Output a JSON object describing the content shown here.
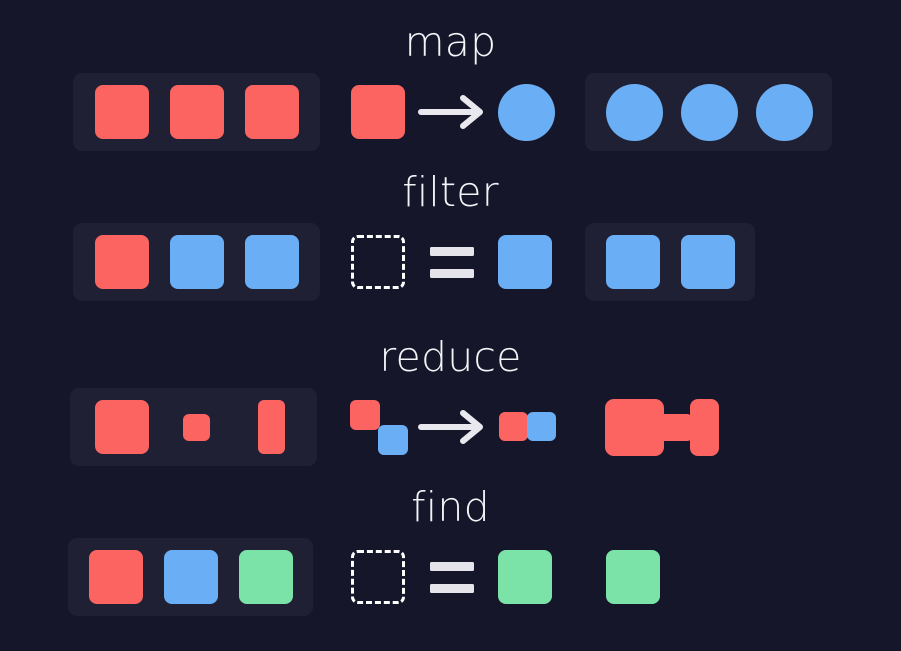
{
  "diagram": {
    "title_font_style": "light-sans",
    "background_color": "#16162a",
    "panel_color": "#202034",
    "palette": {
      "red": "#fc6461",
      "blue": "#6aaff5",
      "green": "#7be3a8",
      "outline": "#ffffff",
      "glyph": "#e4e4ea"
    },
    "rows": [
      {
        "id": "map",
        "label": "map",
        "input": {
          "has_panel": true,
          "items": [
            {
              "shape": "square",
              "color": "red"
            },
            {
              "shape": "square",
              "color": "red"
            },
            {
              "shape": "square",
              "color": "red"
            }
          ]
        },
        "operation": {
          "kind": "transform",
          "glyph": "arrow",
          "from": {
            "shape": "square",
            "color": "red"
          },
          "to": {
            "shape": "circle",
            "color": "blue"
          }
        },
        "output": {
          "has_panel": true,
          "items": [
            {
              "shape": "circle",
              "color": "blue"
            },
            {
              "shape": "circle",
              "color": "blue"
            },
            {
              "shape": "circle",
              "color": "blue"
            }
          ]
        }
      },
      {
        "id": "filter",
        "label": "filter",
        "input": {
          "has_panel": true,
          "items": [
            {
              "shape": "square",
              "color": "red"
            },
            {
              "shape": "square",
              "color": "blue"
            },
            {
              "shape": "square",
              "color": "blue"
            }
          ]
        },
        "operation": {
          "kind": "predicate",
          "glyph": "equals",
          "from": {
            "shape": "square",
            "color": "outline-dashed"
          },
          "to": {
            "shape": "square",
            "color": "blue"
          }
        },
        "output": {
          "has_panel": true,
          "items": [
            {
              "shape": "square",
              "color": "blue"
            },
            {
              "shape": "square",
              "color": "blue"
            }
          ]
        }
      },
      {
        "id": "reduce",
        "label": "reduce",
        "input": {
          "has_panel": true,
          "items": [
            {
              "shape": "square-large",
              "color": "red"
            },
            {
              "shape": "square-small",
              "color": "red"
            },
            {
              "shape": "rect-tall",
              "color": "red"
            }
          ]
        },
        "operation": {
          "kind": "accumulate",
          "glyph": "arrow",
          "from": [
            {
              "shape": "square-small",
              "color": "red"
            },
            {
              "shape": "square-small",
              "color": "blue"
            }
          ],
          "to": [
            {
              "shape": "square-small",
              "color": "red"
            },
            {
              "shape": "square-small",
              "color": "blue"
            }
          ]
        },
        "output": {
          "has_panel": false,
          "items": [
            {
              "shape": "merged-accumulation",
              "color": "red"
            }
          ]
        }
      },
      {
        "id": "find",
        "label": "find",
        "input": {
          "has_panel": true,
          "items": [
            {
              "shape": "square",
              "color": "red"
            },
            {
              "shape": "square",
              "color": "blue"
            },
            {
              "shape": "square",
              "color": "green"
            }
          ]
        },
        "operation": {
          "kind": "predicate",
          "glyph": "equals",
          "from": {
            "shape": "square",
            "color": "outline-dashed"
          },
          "to": {
            "shape": "square",
            "color": "green"
          }
        },
        "output": {
          "has_panel": false,
          "items": [
            {
              "shape": "square",
              "color": "green"
            }
          ]
        }
      }
    ]
  }
}
